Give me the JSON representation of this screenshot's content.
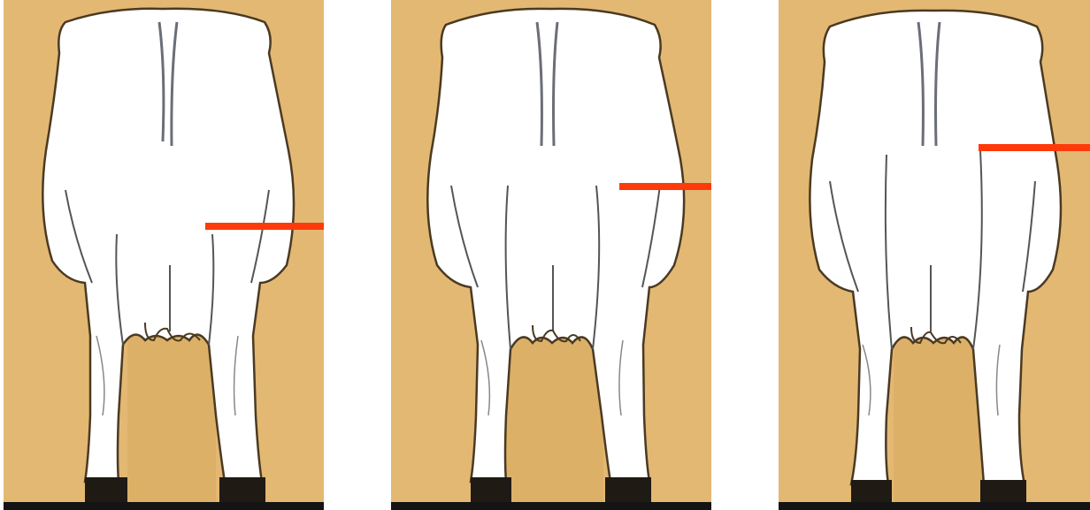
{
  "figure": {
    "panels": [
      {
        "id": "panel-1",
        "marker_level": "low"
      },
      {
        "id": "panel-2",
        "marker_level": "medium"
      },
      {
        "id": "panel-3",
        "marker_level": "high"
      }
    ]
  },
  "colors": {
    "background": "#e3b873",
    "background_shade": "#d9aa60",
    "cow_fill": "#ffffff",
    "cow_outline": "#4a3a22",
    "hoof": "#1f1a14",
    "ground": "#141414",
    "marker": "#ff3a0a"
  }
}
